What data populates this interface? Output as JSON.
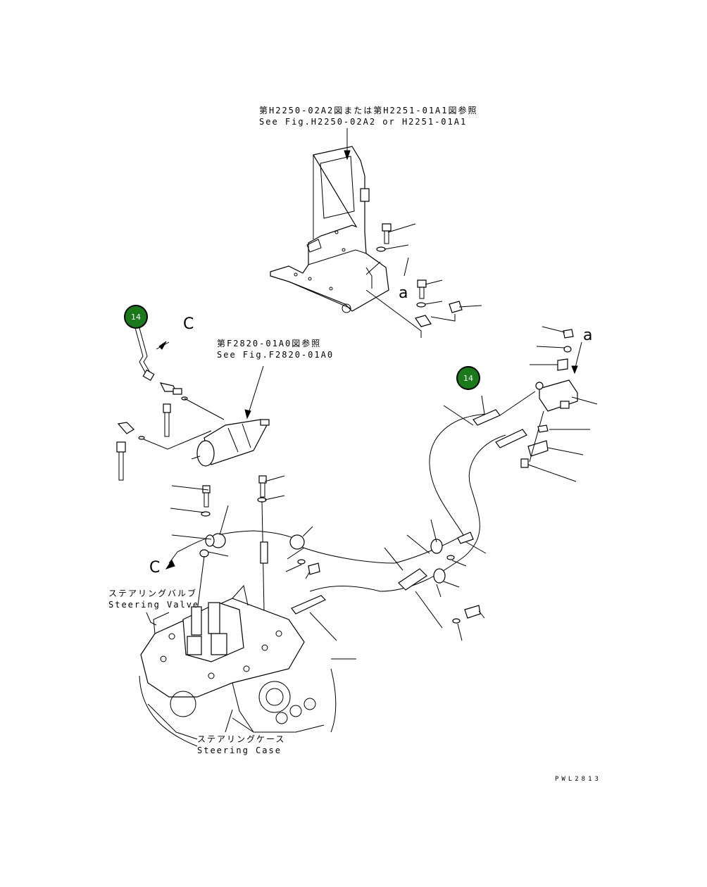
{
  "references": {
    "bracket_jp": "第H2250-02A2図または第H2251-01A1図参照",
    "bracket_en": "See Fig.H2250-02A2 or H2251-01A1",
    "valve_jp": "第F2820-01A0図参照",
    "valve_en": "See Fig.F2820-01A0"
  },
  "labels": {
    "steering_valve_jp": "ステアリングバルブ",
    "steering_valve_en": "Steering Valve",
    "steering_case_jp": "ステアリングケース",
    "steering_case_en": "Steering Case"
  },
  "markers": {
    "a_left": "a",
    "a_right": "a",
    "c_top": "C",
    "c_bottom": "C"
  },
  "callouts": [
    {
      "label": "14"
    },
    {
      "label": "14"
    }
  ],
  "callout_color": "#1a7a1a",
  "drawing_code": "PWL2813"
}
